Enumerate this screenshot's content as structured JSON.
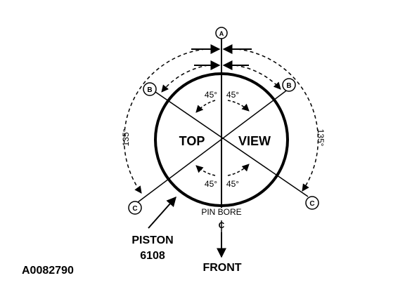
{
  "figure_id": "A0082790",
  "view_labels": {
    "top": "TOP",
    "view": "VIEW"
  },
  "points": {
    "a": "A",
    "b": "B",
    "c": "C"
  },
  "angles": {
    "upper_left": "45°",
    "upper_right": "45°",
    "lower_left": "45°",
    "lower_right": "45°",
    "side_left": "135°",
    "side_right": "135°"
  },
  "pin_bore": "PIN BORE",
  "centerline_symbol": "C",
  "piston": {
    "name": "PISTON",
    "part_number": "6108"
  },
  "front": "FRONT",
  "colors": {
    "ink": "#000000",
    "background": "#ffffff"
  }
}
